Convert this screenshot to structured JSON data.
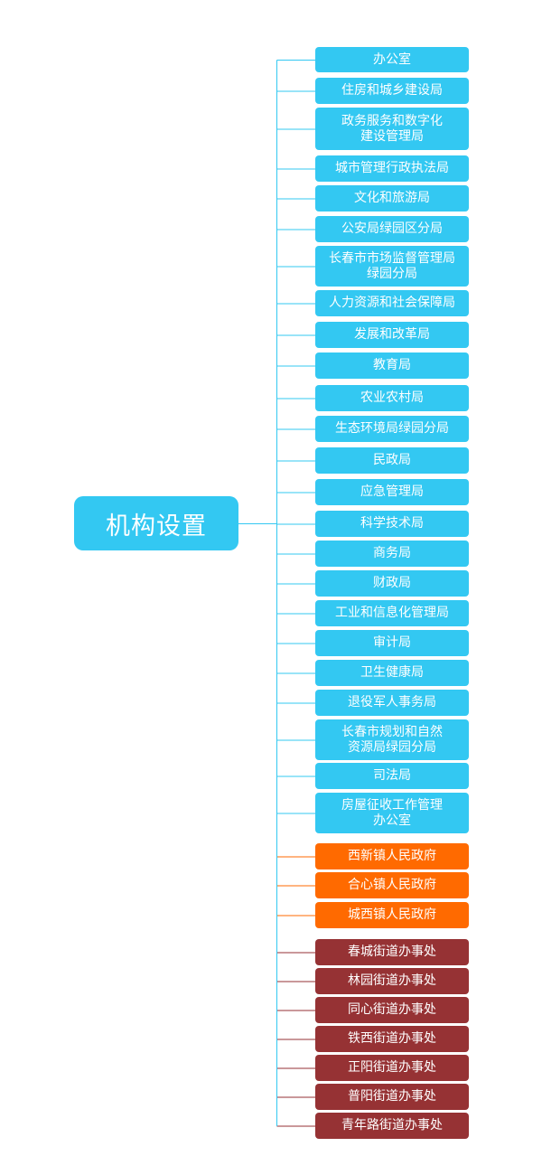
{
  "root": {
    "label": "机构设置"
  },
  "colors": {
    "departments": "#33c8f2",
    "towns": "#ff6a00",
    "subdistricts": "#963234",
    "line_blue": "#33c8f2",
    "line_orange": "#ff6a00",
    "line_red": "#963234"
  },
  "groups": [
    {
      "name": "departments",
      "items": [
        "办公室",
        "住房和城乡建设局",
        "政务服务和数字化\n建设管理局",
        "城市管理行政执法局",
        "文化和旅游局",
        "公安局绿园区分局",
        "长春市市场监督管理局\n绿园分局",
        "人力资源和社会保障局",
        "发展和改革局",
        "教育局",
        "农业农村局",
        "生态环境局绿园分局",
        "民政局",
        "应急管理局",
        "科学技术局",
        "商务局",
        "财政局",
        "工业和信息化管理局",
        "审计局",
        "卫生健康局",
        "退役军人事务局",
        "长春市规划和自然\n资源局绿园分局",
        "司法局",
        "房屋征收工作管理\n办公室"
      ]
    },
    {
      "name": "towns",
      "items": [
        "西新镇人民政府",
        "合心镇人民政府",
        "城西镇人民政府"
      ]
    },
    {
      "name": "subdistricts",
      "items": [
        "春城街道办事处",
        "林园街道办事处",
        "同心街道办事处",
        "铁西街道办事处",
        "正阳街道办事处",
        "普阳街道办事处",
        "青年路街道办事处"
      ]
    }
  ]
}
